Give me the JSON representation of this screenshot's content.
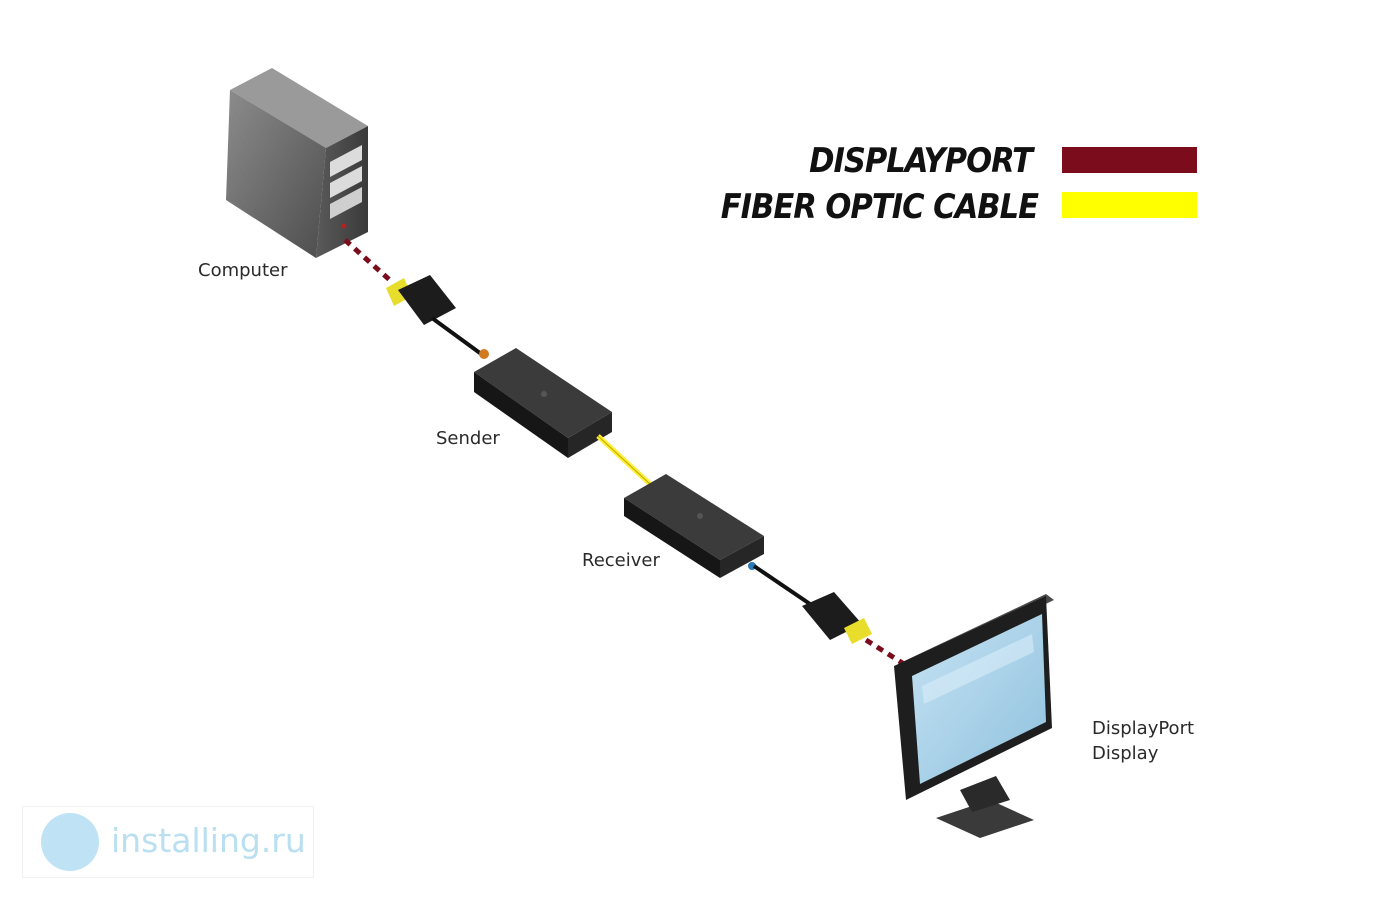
{
  "labels": {
    "computer": "Computer",
    "sender": "Sender",
    "receiver": "Receiver",
    "display_line1": "DisplayPort",
    "display_line2": "Display"
  },
  "legend": [
    {
      "label": "DISPLAYPORT",
      "color": "#7b0c1c"
    },
    {
      "label": "FIBER OPTIC CABLE",
      "color": "#ffff00"
    }
  ],
  "watermark": {
    "text": "installing.ru"
  },
  "colors": {
    "displayport_cable": "#7b0c1c",
    "fiber_cable": "#ffee33",
    "device_body": "#222222",
    "screen": "#a9d2ea",
    "watermark": "#b9dff1"
  }
}
